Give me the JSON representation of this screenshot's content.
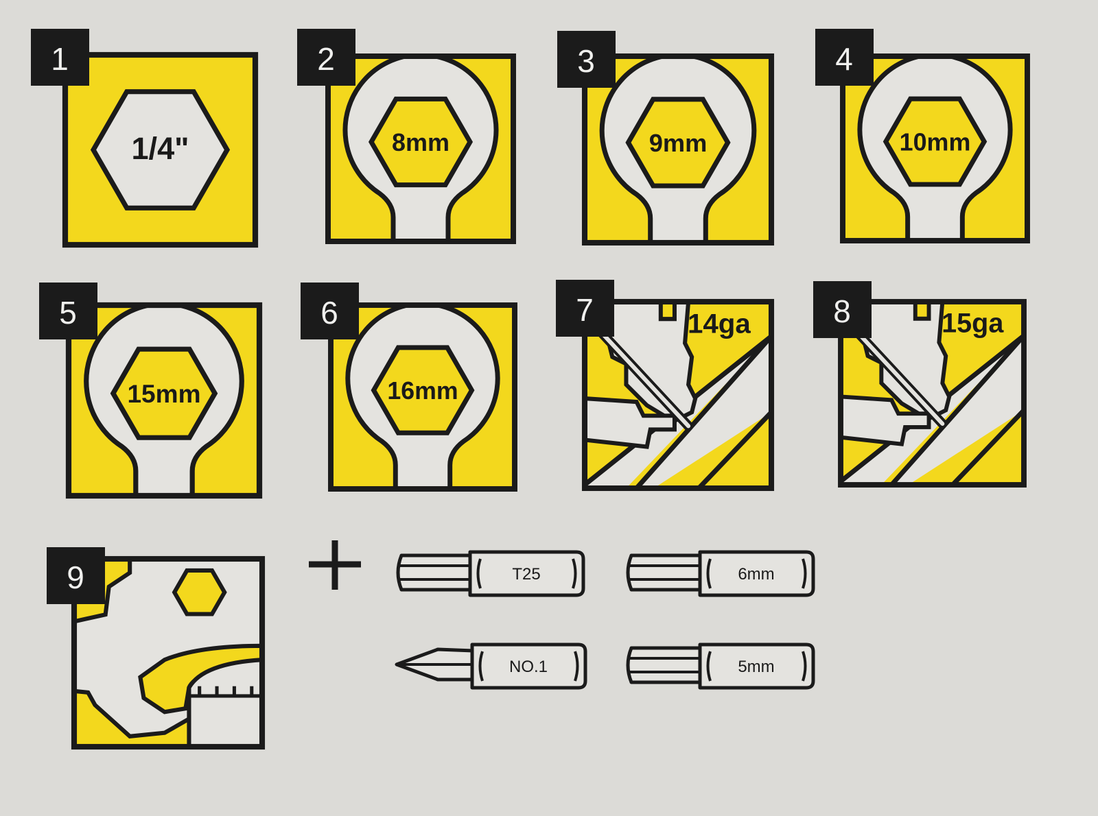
{
  "colors": {
    "yellow": "#f3d81d",
    "ink": "#1b1b1b",
    "paper": "#e4e3df",
    "background": "#dcdbd7"
  },
  "panels": [
    {
      "number": "1",
      "label": "1/4\"",
      "type": "hex-socket"
    },
    {
      "number": "2",
      "label": "8mm",
      "type": "wrench"
    },
    {
      "number": "3",
      "label": "9mm",
      "type": "wrench"
    },
    {
      "number": "4",
      "label": "10mm",
      "type": "wrench"
    },
    {
      "number": "5",
      "label": "15mm",
      "type": "wrench"
    },
    {
      "number": "6",
      "label": "16mm",
      "type": "wrench"
    },
    {
      "number": "7",
      "label": "14ga",
      "type": "wire-stripper"
    },
    {
      "number": "8",
      "label": "15ga",
      "type": "wire-stripper"
    },
    {
      "number": "9",
      "label": "",
      "type": "pliers"
    }
  ],
  "plus_icon": "plus-icon",
  "bits": [
    {
      "label": "T25",
      "type": "torx"
    },
    {
      "label": "6mm",
      "type": "hex"
    },
    {
      "label": "NO.1",
      "type": "phillips"
    },
    {
      "label": "5mm",
      "type": "hex"
    }
  ]
}
